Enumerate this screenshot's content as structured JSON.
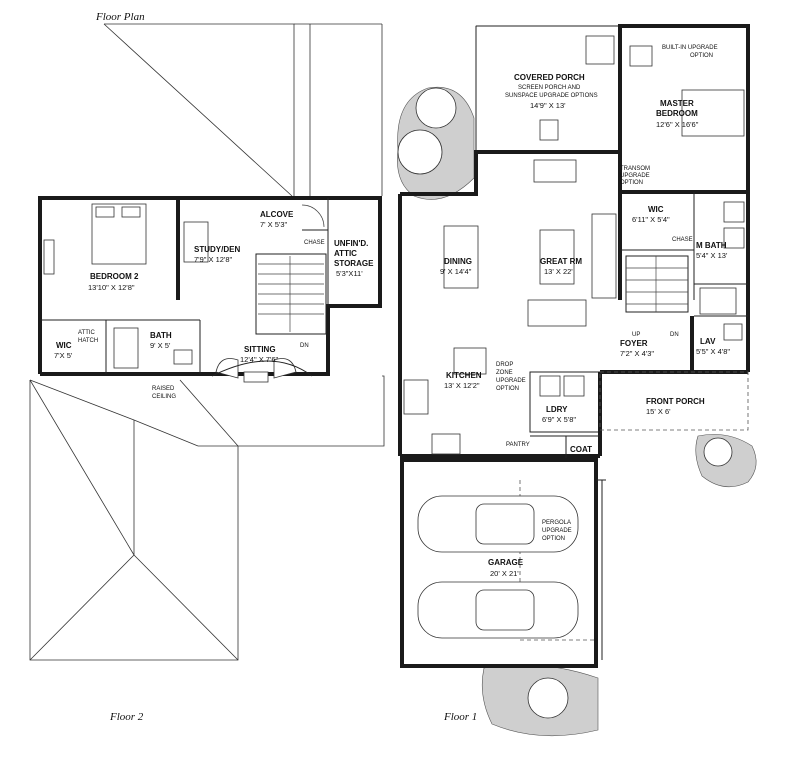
{
  "header": {
    "title": "Floor Plan"
  },
  "captions": {
    "floor2": "Floor 2",
    "floor1": "Floor 1"
  },
  "floor2": {
    "bedroom2": {
      "name": "BEDROOM 2",
      "dim": "13'10\" X 12'8\""
    },
    "study": {
      "name": "STUDY/DEN",
      "dim": "7'9\" X 12'8\""
    },
    "alcove": {
      "name": "ALCOVE",
      "dim": "7' X 5'3\""
    },
    "chase": "CHASE",
    "attic": {
      "line1": "UNFIN'D.",
      "line2": "ATTIC",
      "line3": "STORAGE",
      "dim": "5'3\"X11'"
    },
    "wic": {
      "name": "WIC",
      "dim": "7'X 5'"
    },
    "hatch": {
      "line1": "ATTIC",
      "line2": "HATCH"
    },
    "bath": {
      "name": "BATH",
      "dim": "9' X 5'"
    },
    "sitting": {
      "name": "SITTING",
      "dim": "12'4\" X 7'6\""
    },
    "raised": {
      "line1": "RAISED",
      "line2": "CEILING"
    },
    "dn": "DN"
  },
  "floor1": {
    "covered_porch": {
      "name": "COVERED PORCH",
      "note1": "SCREEN PORCH AND",
      "note2": "SUNSPACE UPGRADE OPTIONS",
      "dim": "14'9\" X 13'"
    },
    "builtin": {
      "line1": "BUILT-IN UPGRADE",
      "line2": "OPTION"
    },
    "master": {
      "name1": "MASTER",
      "name2": "BEDROOM",
      "dim": "12'6\" X 16'6\""
    },
    "transom": {
      "line1": "TRANSOM",
      "line2": "UPGRADE",
      "line3": "OPTION"
    },
    "wic": {
      "name": "WIC",
      "dim": "6'11\" X 5'4\""
    },
    "chase": "CHASE",
    "mbath": {
      "name": "M BATH",
      "dim": "5'4\" X 13'"
    },
    "dining": {
      "name": "DINING",
      "dim": "9' X 14'4\""
    },
    "great_rm": {
      "name": "GREAT RM",
      "dim": "13' X 22'"
    },
    "foyer": {
      "name": "FOYER",
      "dim": "7'2\" X 4'3\""
    },
    "lav": {
      "name": "LAV",
      "dim": "5'5\" X 4'8\""
    },
    "kitchen": {
      "name": "KITCHEN",
      "dim": "13' X 12'2\""
    },
    "drop_zone": {
      "line1": "DROP",
      "line2": "ZONE",
      "line3": "UPGRADE",
      "line4": "OPTION"
    },
    "laundry": {
      "name": "LDRY",
      "dim": "6'9\" X 5'8\""
    },
    "front_porch": {
      "name": "FRONT PORCH",
      "dim": "15' X 6'"
    },
    "pantry": "PANTRY",
    "coat": "COAT",
    "pergola": {
      "line1": "PERGOLA",
      "line2": "UPGRADE",
      "line3": "OPTION"
    },
    "garage": {
      "name": "GARAGE",
      "dim": "20' X 21'"
    },
    "up": "UP",
    "dn": "DN"
  }
}
